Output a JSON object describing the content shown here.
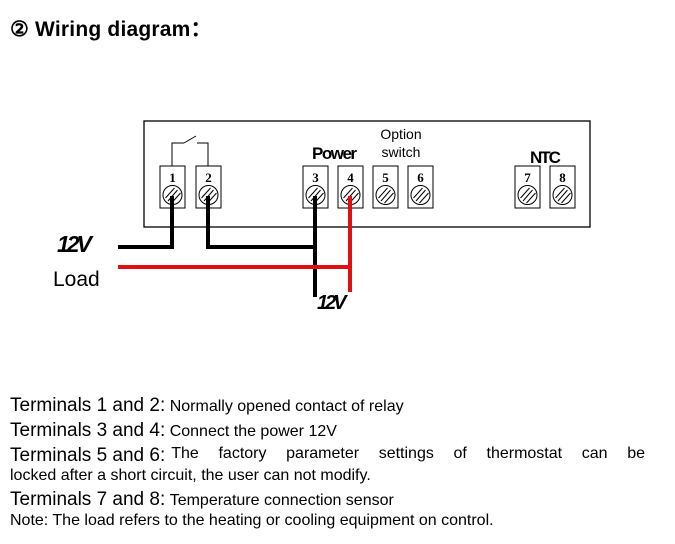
{
  "title": "② Wiring diagram：",
  "diagram": {
    "power_label": "Power",
    "option_label_line1": "Option",
    "option_label_line2": "switch",
    "ntc_label": "NTC",
    "terminals": [
      "1",
      "2",
      "3",
      "4",
      "5",
      "6",
      "7",
      "8"
    ],
    "left_voltage_label": "12V",
    "load_label": "Load",
    "bottom_voltage_label": "12V",
    "wire_colors": {
      "black": "#000000",
      "red": "#e01010"
    }
  },
  "descriptions": [
    {
      "label": "Terminals 1 and 2:",
      "text": "Normally opened contact of relay"
    },
    {
      "label": "Terminals 3 and 4:",
      "text": "Connect the power 12V"
    },
    {
      "label": "Terminals 5 and 6:",
      "text": "The factory parameter settings of thermostat can be",
      "continuation": "locked after a short circuit, the user can not modify."
    },
    {
      "label": "Terminals 7 and 8:",
      "text": "Temperature connection sensor"
    }
  ],
  "note": "Note: The load refers to the heating or cooling equipment on control."
}
